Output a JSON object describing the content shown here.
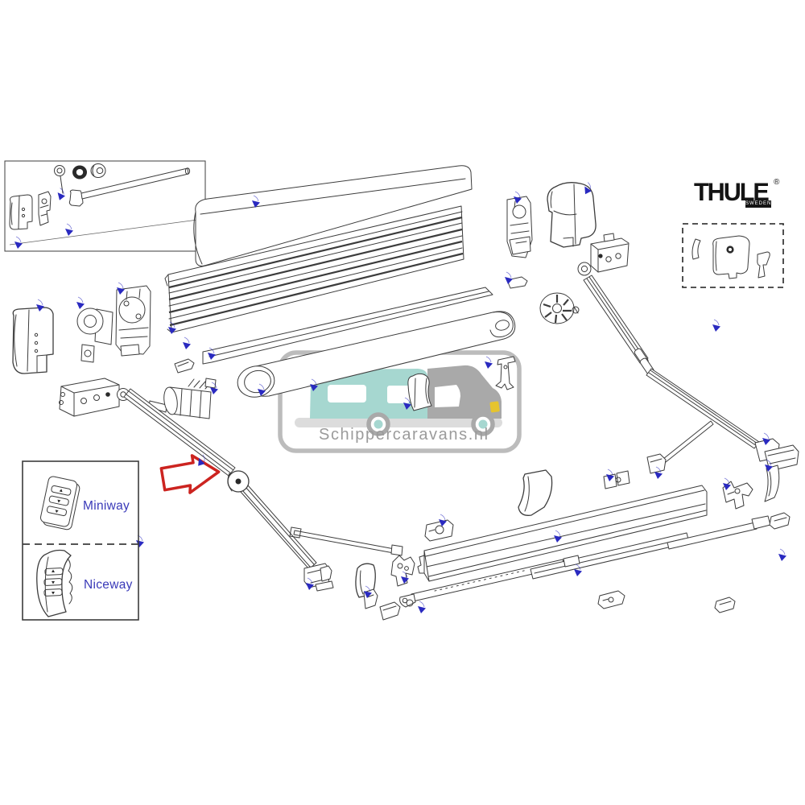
{
  "figure": {
    "description": "Exploded parts diagram of a Thule box awning: cassette housing, roller tube, fabric roll, motor, two folding spring arms with elbow joints, lead rail, telescopic tension rafters, end covers, gearboxes and mounting hardware. A red arrow highlights the elbow joint of the left awning arm."
  },
  "brand": {
    "logo_text": "THULE",
    "logo_sub": "SWEDEN",
    "registered_mark": "®"
  },
  "watermark": {
    "site_text": "Schippercaravans.nl"
  },
  "remote_inset": {
    "items": [
      {
        "label": "Miniway"
      },
      {
        "label": "Niceway"
      }
    ]
  },
  "icons": {
    "red-arrow-icon": "white block arrow with red outline pointing right at the arm elbow joint",
    "callout-marker-icon": "small blue arrowhead part marker",
    "watermark-van-icon": "teal and gray motorhome silhouette"
  },
  "colors": {
    "line": "#3c3c3c",
    "callout-blue": "#2a2ac0",
    "arrow-red": "#cc2420",
    "label-blue": "#3939b8",
    "logo-black": "#141414",
    "ring-dark": "#2a2a2a",
    "wm-border": "#bcbcbc",
    "wm-gray": "#a9a9a9",
    "wm-teal": "#a6d7d0",
    "wm-text": "#9b9b9b",
    "wm-shadow": "#dcdcdc",
    "headlight-yellow": "#e6c42e"
  }
}
